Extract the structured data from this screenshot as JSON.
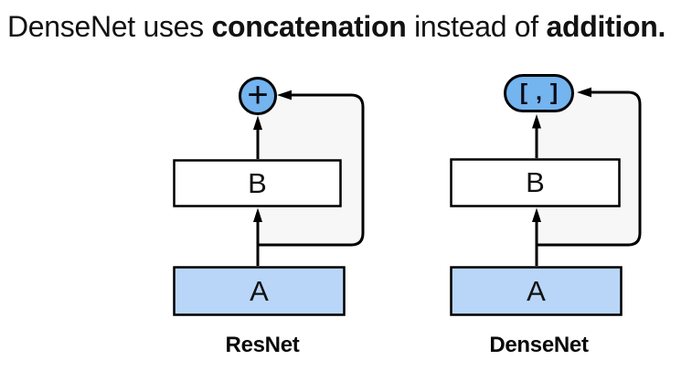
{
  "title": {
    "prefix": "DenseNet uses ",
    "bold_concat": "concatenation",
    "middle": " instead of ",
    "bold_add": "addition",
    "suffix": "."
  },
  "colors": {
    "input_box_fill": "#b9d6f8",
    "block_box_fill": "#ffffff",
    "operator_fill": "#74b4ef",
    "loop_fill": "#f7f7f7",
    "line_stroke": "#000000"
  },
  "resnet": {
    "caption": "ResNet",
    "input_label": "A",
    "block_label": "B",
    "operator": "+",
    "operator_icon": "plus-in-circle-icon"
  },
  "densenet": {
    "caption": "DenseNet",
    "input_label": "A",
    "block_label": "B",
    "operator": "[ , ]",
    "operator_icon": "concat-brackets-icon"
  }
}
